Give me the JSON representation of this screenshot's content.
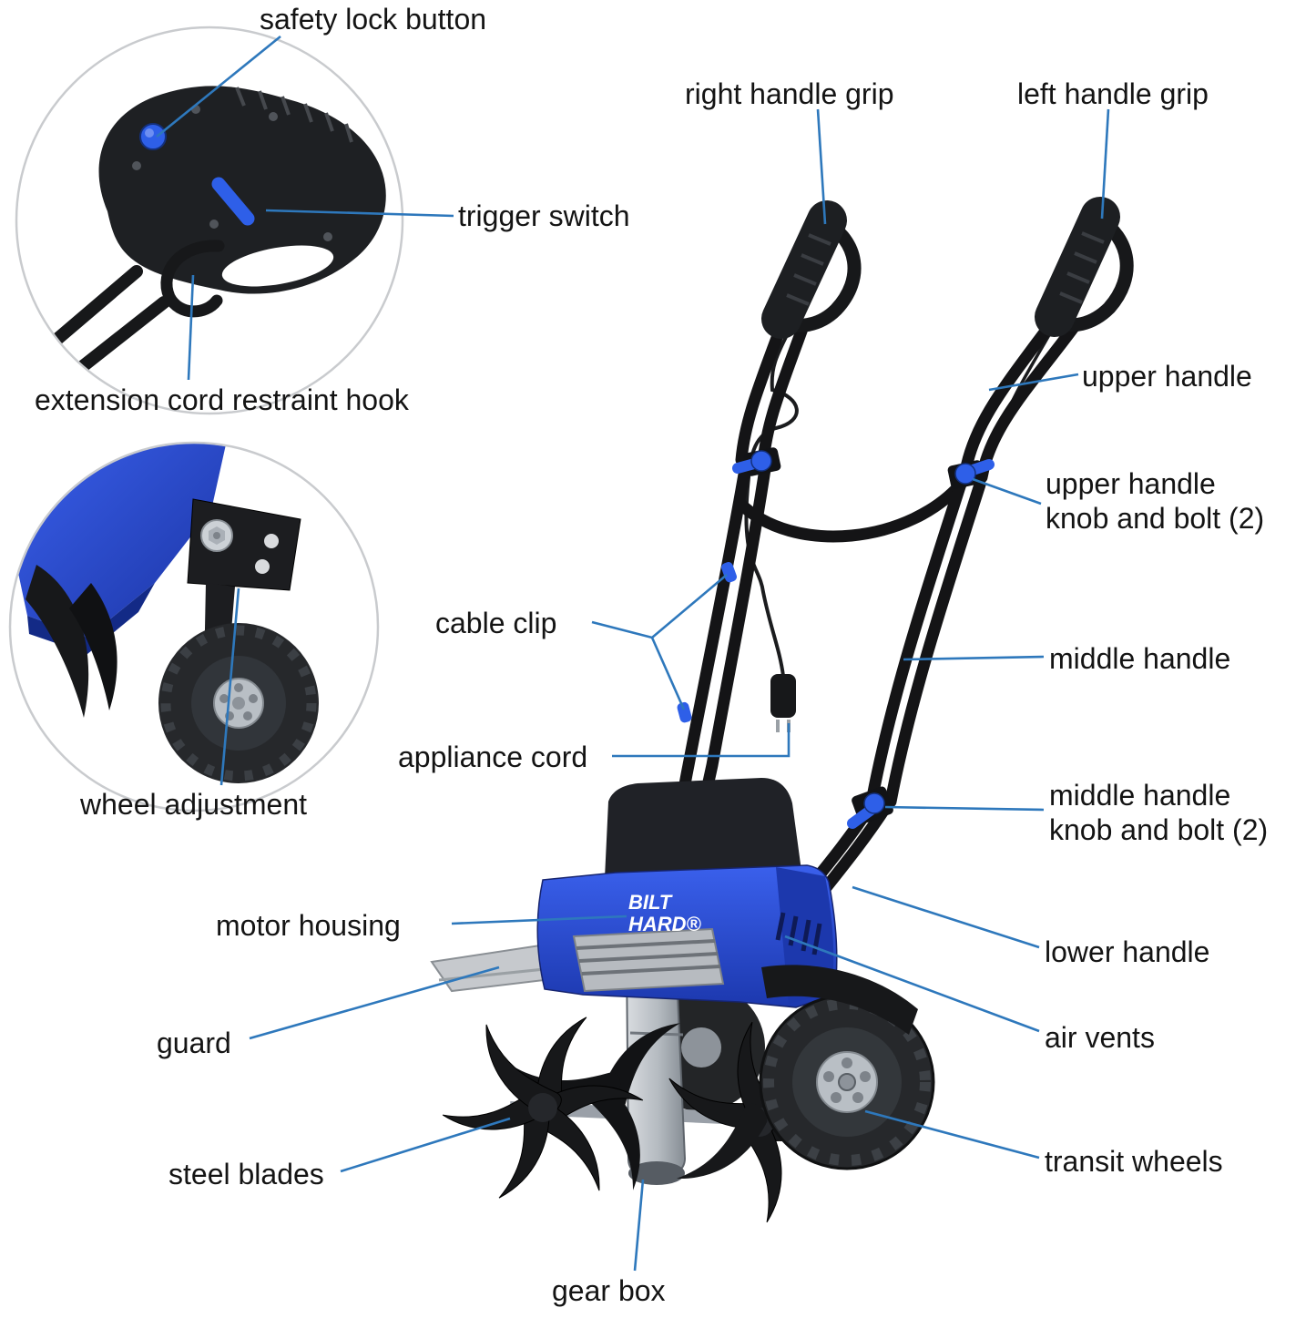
{
  "diagram": {
    "brand": {
      "line1": "BILT",
      "line2": "HARD®"
    },
    "labels": {
      "safety_lock": "safety lock button",
      "trigger_switch": "trigger switch",
      "cord_hook": "extension cord restraint hook",
      "wheel_adjustment": "wheel adjustment",
      "cable_clip": "cable clip",
      "appliance_cord": "appliance cord",
      "motor_housing": "motor housing",
      "guard": "guard",
      "steel_blades": "steel blades",
      "gear_box": "gear box",
      "right_handle_grip": "right handle grip",
      "left_handle_grip": "left handle grip",
      "upper_handle": "upper handle",
      "upper_knob_line1": "upper handle",
      "upper_knob_line2": "knob and bolt (2)",
      "middle_handle": "middle handle",
      "middle_knob_line1": "middle handle",
      "middle_knob_line2": "knob and bolt (2)",
      "lower_handle": "lower handle",
      "air_vents": "air vents",
      "transit_wheels": "transit wheels"
    },
    "colors": {
      "leader_line": "#2e78bc",
      "machine_blue": "#2a50dd",
      "accent_blue": "#2e5fe8",
      "label_text": "#141414"
    }
  }
}
